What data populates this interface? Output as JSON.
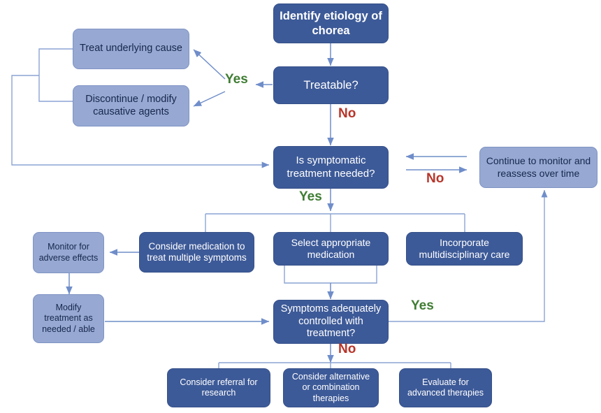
{
  "diagram": {
    "title": "Chorea treatment algorithm flowchart",
    "colors": {
      "dark_box": "#3d5a98",
      "light_box": "#97a9d2",
      "yes_label": "#3f7d33",
      "no_label": "#b8352a",
      "connector": "#8ba4d4",
      "background": "#ffffff"
    },
    "nodes": [
      {
        "id": "identify",
        "label": "Identify etiology of chorea",
        "style": "dark"
      },
      {
        "id": "treatable",
        "label": "Treatable?",
        "style": "dark"
      },
      {
        "id": "treat-cause",
        "label": "Treat underlying cause",
        "style": "light"
      },
      {
        "id": "discontinue",
        "label": "Discontinue / modify causative agents",
        "style": "light"
      },
      {
        "id": "symptomatic",
        "label": "Is symptomatic treatment needed?",
        "style": "dark"
      },
      {
        "id": "monitor-time",
        "label": "Continue to monitor and reassess over time",
        "style": "light"
      },
      {
        "id": "consider-med",
        "label": "Consider medication to treat multiple symptoms",
        "style": "dark"
      },
      {
        "id": "select-med",
        "label": "Select appropriate medication",
        "style": "dark"
      },
      {
        "id": "multidisc",
        "label": "Incorporate multidisciplinary care",
        "style": "dark"
      },
      {
        "id": "monitor-ae",
        "label": "Monitor for adverse effects",
        "style": "light"
      },
      {
        "id": "modify-tx",
        "label": "Modify treatment as needed / able",
        "style": "light"
      },
      {
        "id": "controlled",
        "label": "Symptoms adequately controlled with treatment?",
        "style": "dark"
      },
      {
        "id": "referral",
        "label": "Consider referral for research",
        "style": "dark"
      },
      {
        "id": "alternative",
        "label": "Consider alternative or combination therapies",
        "style": "dark"
      },
      {
        "id": "advanced",
        "label": "Evaluate for advanced therapies",
        "style": "dark"
      }
    ],
    "edge_labels": [
      {
        "id": "yes-treatable",
        "text": "Yes",
        "kind": "yes"
      },
      {
        "id": "no-treatable",
        "text": "No",
        "kind": "no"
      },
      {
        "id": "no-symptomatic",
        "text": "No",
        "kind": "no"
      },
      {
        "id": "yes-symptomatic",
        "text": "Yes",
        "kind": "yes"
      },
      {
        "id": "yes-controlled",
        "text": "Yes",
        "kind": "yes"
      },
      {
        "id": "no-controlled",
        "text": "No",
        "kind": "no"
      }
    ]
  }
}
